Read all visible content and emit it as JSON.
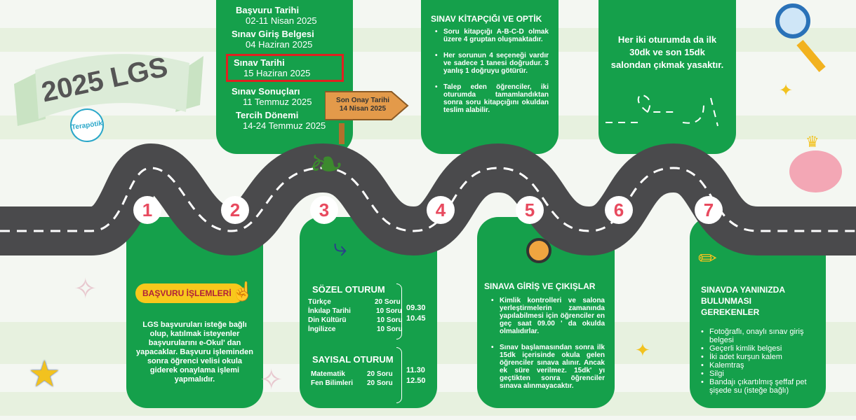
{
  "title": "2025 LGS",
  "logo": "Terapötik",
  "sign": [
    "Son Onay Tarihi",
    "14 Nisan 2025"
  ],
  "steps": [
    "1",
    "2",
    "3",
    "4",
    "5",
    "6",
    "7"
  ],
  "p2": {
    "h1": "Başvuru Tarihi",
    "d1": "02-11 Nisan 2025",
    "h2": "Sınav Giriş Belgesi",
    "d2": "04 Haziran 2025",
    "h3": "Sınav Tarihi",
    "d3": "15 Haziran 2025",
    "h4": "Sınav Sonuçları",
    "d4": "11 Temmuz 2025",
    "h5": "Tercih Dönemi",
    "d5": "14-24 Temmuz 2025"
  },
  "p1": {
    "tag": "BAŞVURU İŞLEMLERİ",
    "text": "LGS başvuruları isteğe bağlı olup, katılmak isteyenler başvurularını e-Okul' dan yapacaklar. Başvuru işleminden sonra öğrenci velisi okula giderek onaylama işlemi yapmalıdır."
  },
  "p3": {
    "s_title": "SÖZEL OTURUM",
    "s_rows": [
      [
        "Türkçe",
        "20 Soru"
      ],
      [
        "İnkılap Tarihi",
        "10 Soru"
      ],
      [
        "Din Kültürü",
        "10 Soru"
      ],
      [
        "İngilizce",
        "10 Soru"
      ]
    ],
    "s_t1": "09.30",
    "s_t2": "10.45",
    "n_title": "SAYISAL OTURUM",
    "n_rows": [
      [
        "Matematik",
        "20 Soru"
      ],
      [
        "Fen Bilimleri",
        "20 Soru"
      ]
    ],
    "n_t1": "11.30",
    "n_t2": "12.50"
  },
  "p4": {
    "title": "SINAV KİTAPÇIĞI VE OPTİK",
    "items": [
      "Soru kitapçığı A-B-C-D olmak üzere 4 gruptan oluşmaktadır.",
      "Her sorunun 4 seçeneği vardır ve sadece 1 tanesi doğrudur. 3 yanlış 1 doğruyu götürür.",
      "Talep eden öğrenciler, iki oturumda tamamlandıktan sonra soru kitapçığını okuldan teslim alabilir."
    ]
  },
  "p5": {
    "title": "SINAVA GİRİŞ VE ÇIKIŞLAR",
    "items": [
      "Kimlik kontrolleri ve salona yerleştirmelerin zamanında yapılabilmesi için öğrenciler en geç saat 09.00 ' da okulda olmalıdırlar.",
      "Sınav başlamasından sonra ilk 15dk içerisinde okula gelen öğrenciler sınava alınır. Ancak ek süre verilmez. 15dk' yı geçtikten sonra öğrenciler sınava alınmayacaktır."
    ]
  },
  "p6": {
    "text": "Her iki oturumda da ilk 30dk ve son 15dk salondan çıkmak yasaktır."
  },
  "p7": {
    "title": "SINAVDA YANINIZDA BULUNMASI GEREKENLER",
    "items": [
      "Fotoğraflı, onaylı sınav giriş belgesi",
      "Geçerli kimlik belgesi",
      "İki adet kurşun kalem",
      "Kalemtraş",
      "Silgi",
      "Bandajı çıkartılmış şeffaf pet şişede su (isteğe bağlı)"
    ]
  },
  "colors": {
    "green": "#15a04b",
    "road": "#4a4a4c",
    "number": "#e84a5f",
    "highlight": "#e02020"
  }
}
